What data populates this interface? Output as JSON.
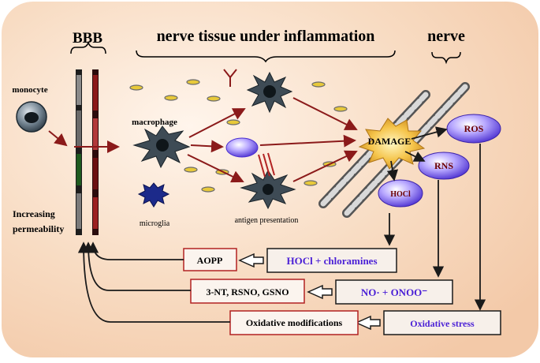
{
  "diagram": {
    "headers": {
      "bbb": "BBB",
      "tissue": "nerve tissue under inflammation",
      "nerve": "nerve"
    },
    "labels": {
      "monocyte": "monocyte",
      "macrophage": "macrophage",
      "microglia": "microglia",
      "antigen_presentation": "antigen presentation",
      "increasing_1": "Increasing",
      "increasing_2": "permeability",
      "damage": "DAMAGE"
    },
    "ovals": {
      "ros": "ROS",
      "rns": "RNS",
      "hocl": "HOCl"
    },
    "boxes": {
      "aopp": "AOPP",
      "hocl_chloramines": "HOCl + chloramines",
      "nitro": "3-NT, RSNO, GSNO",
      "no_onoo": "NO· + ONOO⁻",
      "oxidative_mod": "Oxidative modifications",
      "oxidative_stress": "Oxidative stress"
    },
    "colors": {
      "background_fill": "#f7d9bf",
      "arrow_red": "#8b1a1a",
      "text_blue": "#4a1fd6",
      "box_red": "#b22222",
      "oval_purple": "#5b3fd0"
    }
  }
}
